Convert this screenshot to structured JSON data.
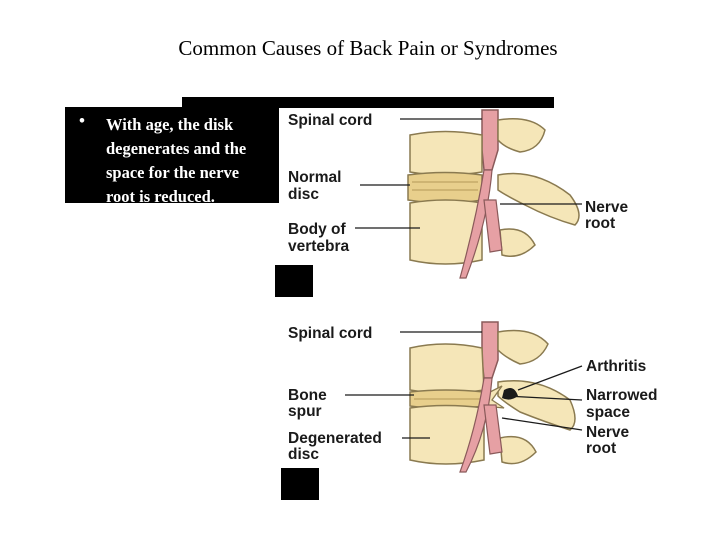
{
  "title": "Common Causes of Back Pain or Syndromes",
  "bullet": {
    "symbol": "•",
    "lines": [
      "With age, the disk",
      "degenerates and the",
      "space for the nerve",
      "root is reduced."
    ]
  },
  "figure": {
    "top": {
      "spinal_cord": "Spinal cord",
      "normal_disc_1": "Normal",
      "normal_disc_2": "disc",
      "body_1": "Body of",
      "body_2": "vertebra",
      "nerve_1": "Nerve",
      "nerve_2": "root"
    },
    "bottom": {
      "spinal_cord": "Spinal cord",
      "bone_spur_1": "Bone",
      "bone_spur_2": "spur",
      "degen_1": "Degenerated",
      "degen_2": "disc",
      "arthritis": "Arthritis",
      "narrowed_1": "Narrowed",
      "narrowed_2": "space",
      "nerve_1": "Nerve",
      "nerve_2": "root"
    }
  },
  "colors": {
    "bone": "#f5e6b8",
    "bone_shadow": "#d9c489",
    "disc": "#e8cf8c",
    "cord": "#e6a0a4",
    "cord_dark": "#c97d83"
  }
}
